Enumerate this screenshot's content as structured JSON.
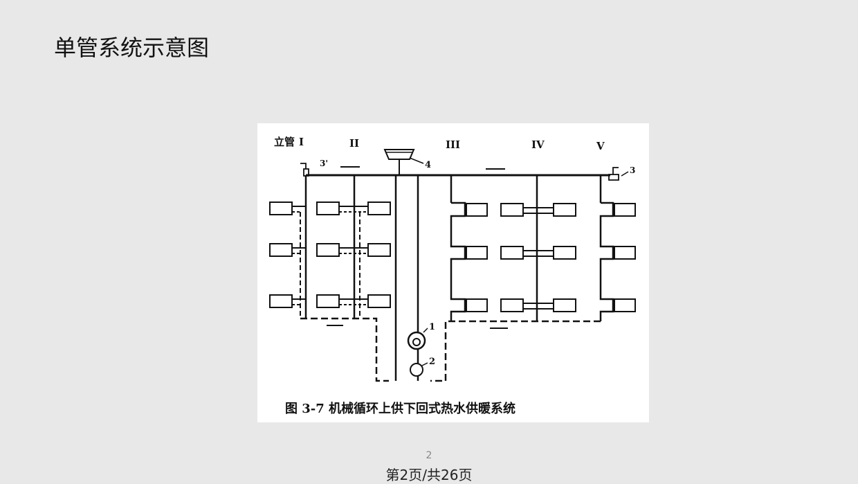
{
  "slide": {
    "title": "单管系统示意图",
    "slide_number": "2",
    "page_indicator": "第2页/共26页"
  },
  "figure": {
    "caption": "图 3-7   机械循环上供下回式热水供暖系统",
    "riser_prefix": "立管",
    "riser_labels": [
      "I",
      "II",
      "III",
      "IV",
      "V"
    ],
    "component_labels": [
      "1",
      "2",
      "3",
      "3'",
      "4"
    ]
  }
}
